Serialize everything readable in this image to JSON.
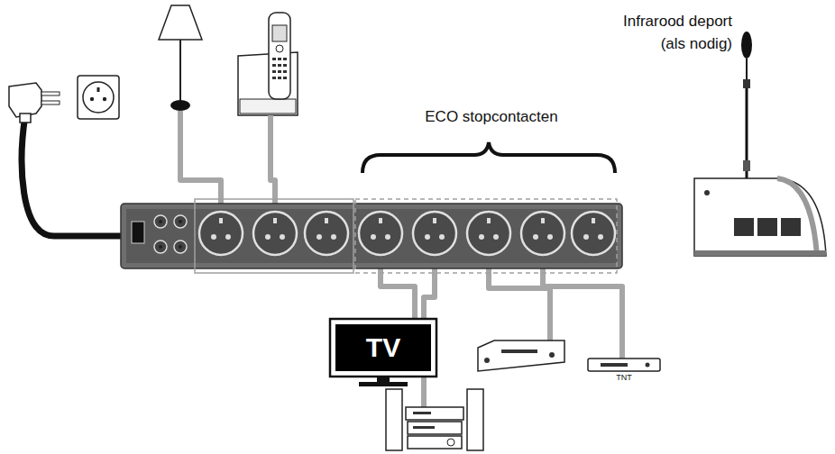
{
  "diagram": {
    "nodes": [
      {
        "text": [
          "TV"
        ]
      }
    ],
    "labels": [
      "ECO stopcontacten",
      "Infrarood deport (als nodig)",
      "TNT"
    ]
  }
}
